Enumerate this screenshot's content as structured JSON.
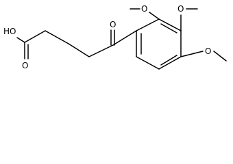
{
  "molecule": {
    "atoms": {
      "hydroxyl": "HO",
      "acid_carbonyl_oxygen": "O",
      "ketone_oxygen": "O",
      "methoxy_oxygen_1": "O",
      "methoxy_oxygen_2": "O",
      "methoxy_oxygen_3": "O"
    }
  },
  "colors": {
    "bond": "#000000",
    "label": "#000000",
    "background": "#ffffff"
  }
}
